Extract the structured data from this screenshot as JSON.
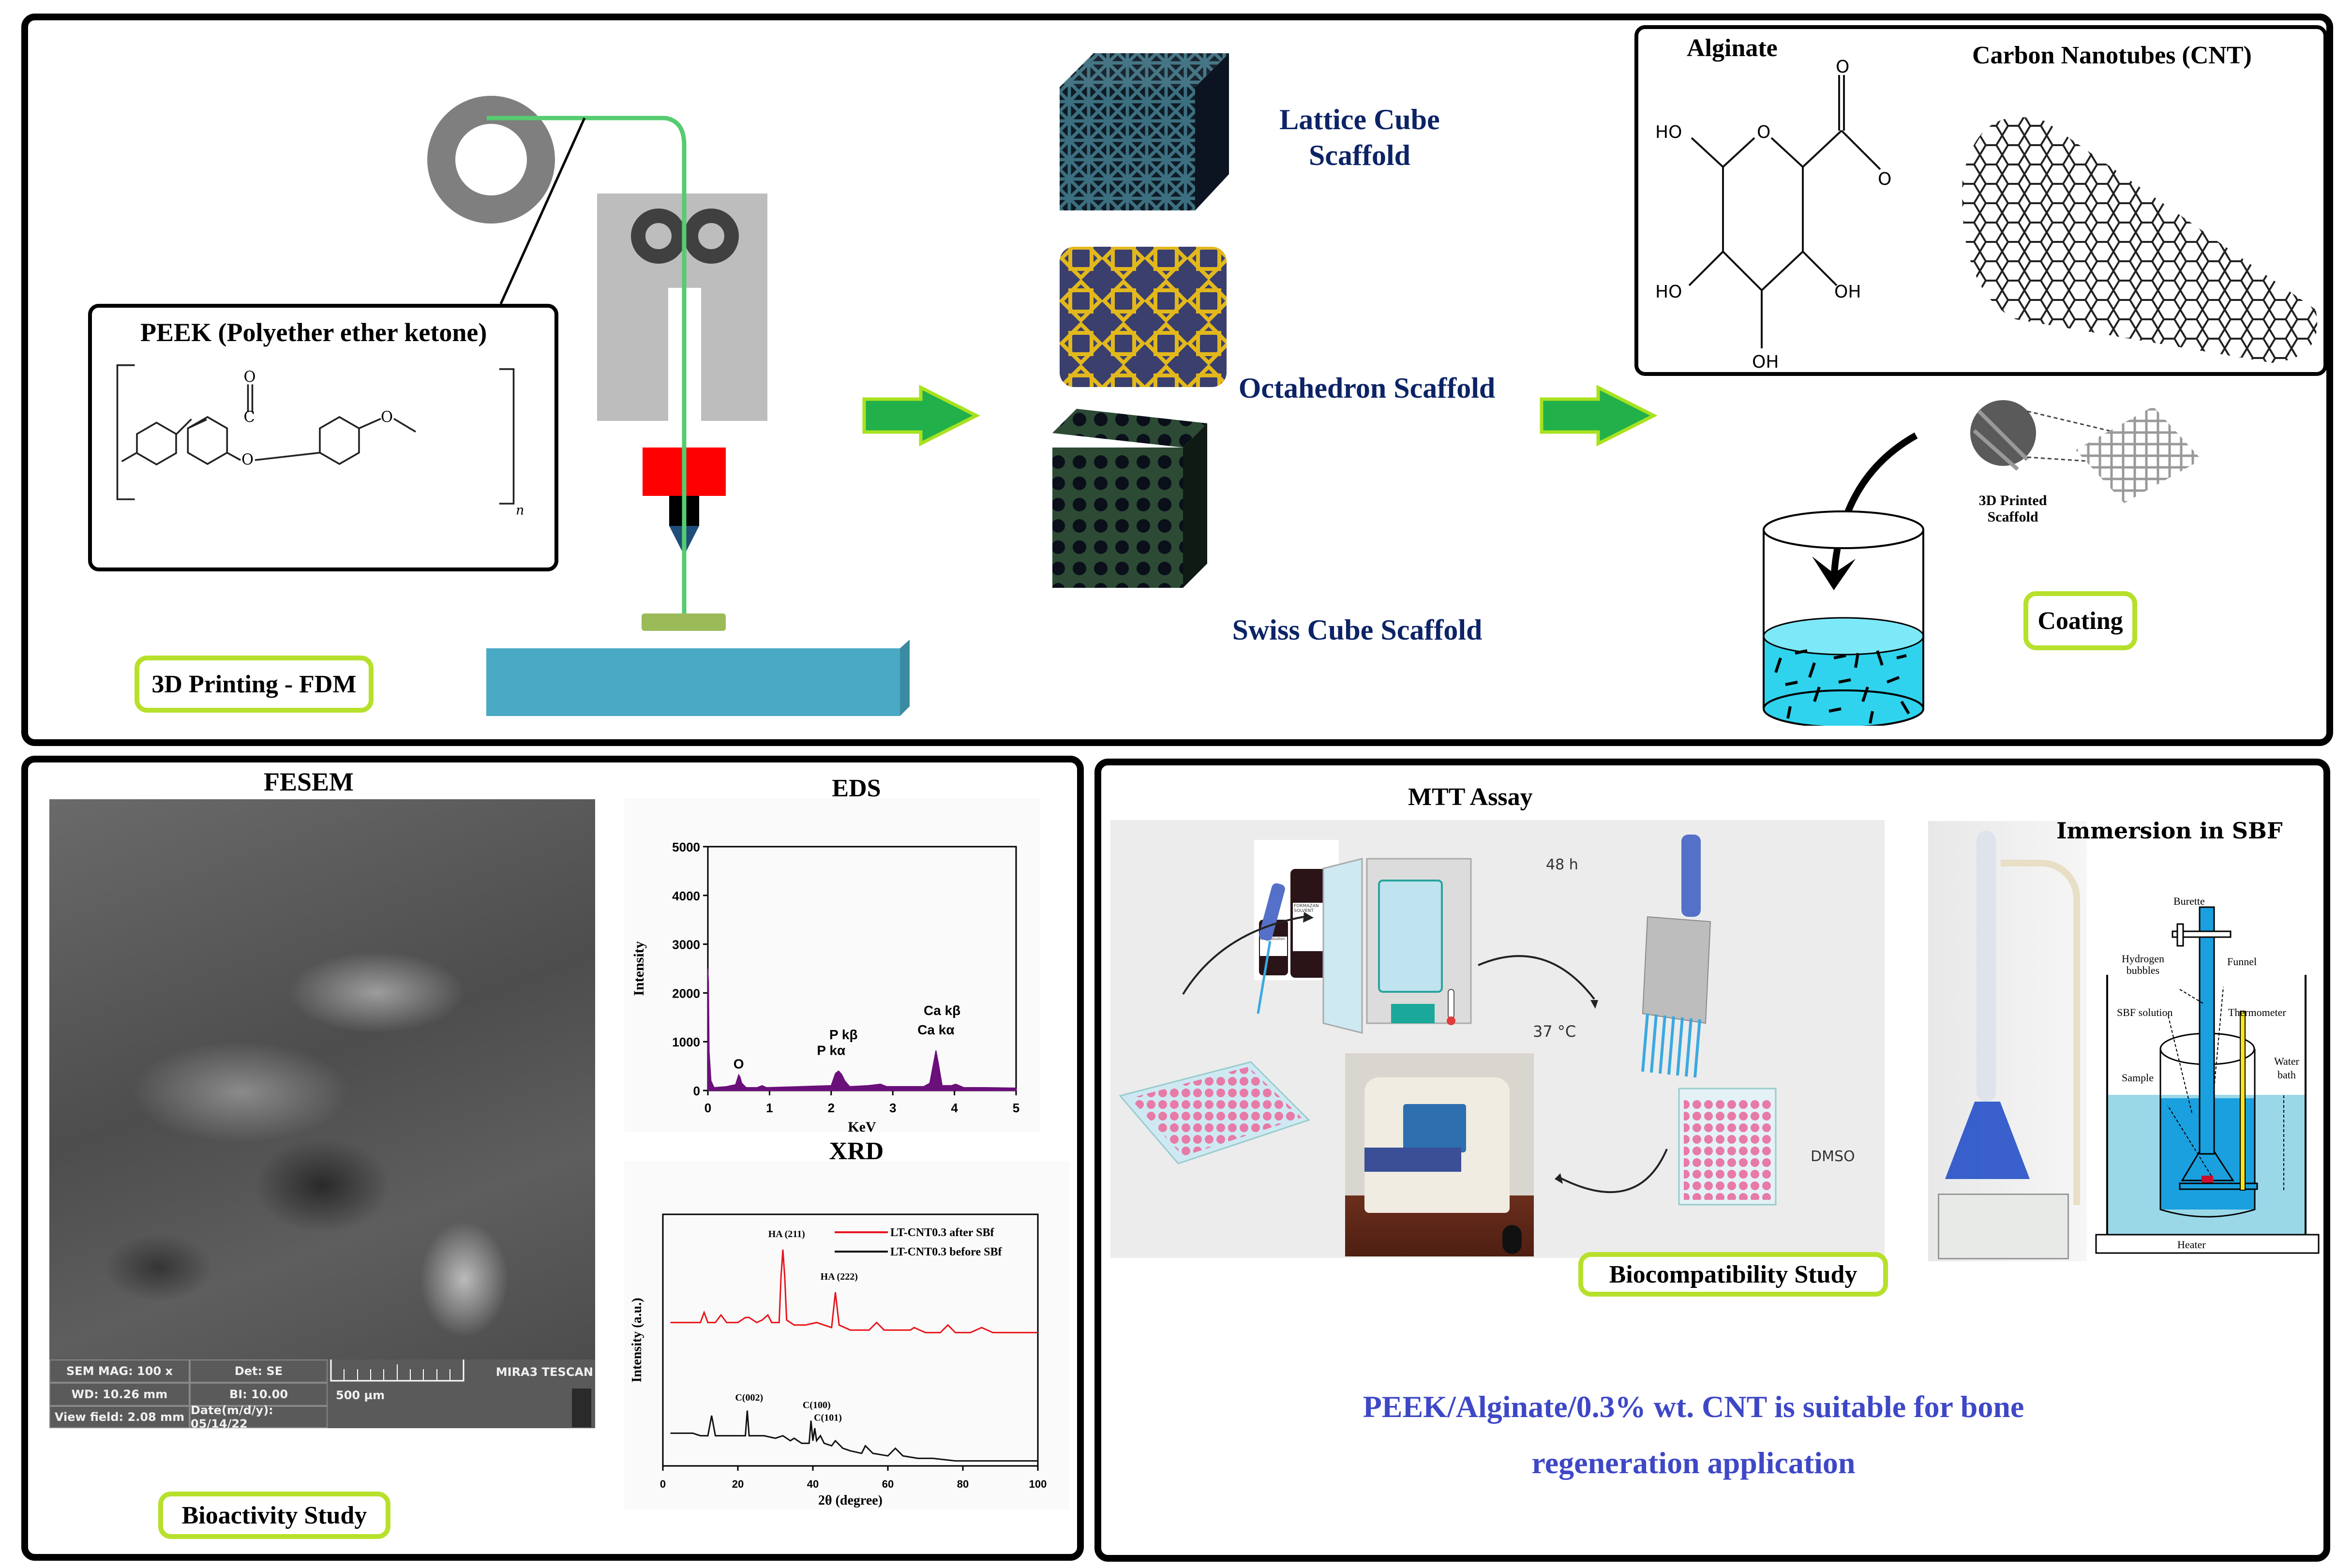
{
  "colors": {
    "panel_border": "#000000",
    "tag_border": "#b7e02c",
    "flow_arrow_fill": "#22b04b",
    "flow_arrow_stroke": "#a8e21e",
    "scaffold_label": "#0c2466",
    "conclusion_text": "#3e48c6",
    "filament": "#55cc70",
    "hotend": "#ff0000",
    "build_plate": "#4aa9c4",
    "eds_series": "#6b0f7a",
    "xrd_after": "#e8141b",
    "xrd_before": "#111111",
    "coating_liquid": "#2fd3ee"
  },
  "fabrication": {
    "peek_box_title": "PEEK (Polyether ether ketone)",
    "peek_repeat_subscript": "n",
    "peek_atoms": {
      "carbonyl_o": "O",
      "carbonyl_c": "C",
      "ether_o1": "O",
      "ether_o2": "O"
    },
    "printing_tag": "3D Printing - FDM"
  },
  "scaffolds": [
    {
      "label_line1": "Lattice Cube",
      "label_line2": "Scaffold"
    },
    {
      "label_line1": "Octahedron Scaffold",
      "label_line2": ""
    },
    {
      "label_line1": "Swiss Cube Scaffold",
      "label_line2": ""
    }
  ],
  "materials": {
    "alginate_title": "Alginate",
    "cnt_title": "Carbon Nanotubes (CNT)",
    "alginate_atoms": {
      "ho1": "HO",
      "ring_o": "O",
      "carbonyl_o": "O",
      "carboxyl_o": "O",
      "ho2": "HO",
      "oh1": "OH",
      "oh2": "OH"
    }
  },
  "coating": {
    "scaffold_caption_line1": "3D Printed",
    "scaffold_caption_line2": "Scaffold",
    "tag": "Coating"
  },
  "bioactivity": {
    "fesem_title": "FESEM",
    "sem_info": {
      "mag": "SEM MAG: 100 x",
      "det": "Det: SE",
      "wd": "WD: 10.26 mm",
      "bi": "BI: 10.00",
      "view_field": "View field: 2.08 mm",
      "date": "Date(m/d/y): 05/14/22",
      "scale": "500 µm",
      "instrument": "MIRA3 TESCAN"
    },
    "tag": "Bioactivity Study"
  },
  "chart_data": [
    {
      "type": "line",
      "id": "eds",
      "title": "EDS",
      "xlabel": "KeV",
      "ylabel": "Intensity",
      "xlim": [
        0,
        5
      ],
      "ylim": [
        0,
        5000
      ],
      "xticks": [
        0,
        1,
        2,
        3,
        4,
        5
      ],
      "yticks": [
        0,
        1000,
        2000,
        3000,
        4000,
        5000
      ],
      "grid": false,
      "series": [
        {
          "name": "EDS spectrum",
          "x": [
            0.0,
            0.01,
            0.02,
            0.05,
            0.1,
            0.3,
            0.45,
            0.5,
            0.52,
            0.55,
            0.62,
            0.8,
            0.88,
            0.95,
            1.5,
            2.0,
            2.07,
            2.12,
            2.17,
            2.22,
            2.3,
            2.6,
            2.8,
            2.9,
            3.5,
            3.6,
            3.66,
            3.7,
            3.74,
            3.8,
            3.95,
            4.02,
            4.06,
            4.15,
            4.5,
            5.0
          ],
          "y": [
            2500,
            2200,
            800,
            200,
            60,
            80,
            120,
            320,
            280,
            150,
            60,
            60,
            100,
            60,
            80,
            100,
            350,
            400,
            330,
            200,
            80,
            100,
            130,
            80,
            80,
            150,
            550,
            820,
            550,
            100,
            100,
            130,
            110,
            60,
            60,
            50
          ]
        }
      ],
      "annotations": [
        {
          "text": "O",
          "x": 0.5,
          "y": 450
        },
        {
          "text": "P kβ",
          "x": 2.2,
          "y": 1050
        },
        {
          "text": "P kα",
          "x": 2.0,
          "y": 730
        },
        {
          "text": "Ca kβ",
          "x": 3.8,
          "y": 1550
        },
        {
          "text": "Ca kα",
          "x": 3.7,
          "y": 1150
        }
      ]
    },
    {
      "type": "line",
      "id": "xrd",
      "title": "XRD",
      "xlabel": "2θ (degree)",
      "ylabel": "Intensity (a.u.)",
      "xlim": [
        0,
        100
      ],
      "ylim": [
        0,
        100
      ],
      "xticks": [
        0,
        20,
        40,
        60,
        80,
        100
      ],
      "yticks": [],
      "grid": false,
      "legend": "top-right",
      "series": [
        {
          "name": "LT-CNT0.3 after SBf",
          "x": [
            2,
            5,
            8,
            10,
            11,
            12,
            14,
            15.5,
            17,
            20,
            22,
            23,
            25,
            26.5,
            28,
            29,
            31,
            31.5,
            32,
            32.5,
            33,
            35,
            38,
            41,
            43,
            45,
            46,
            47,
            50,
            55,
            57,
            59,
            62,
            66,
            67,
            70,
            74,
            76,
            78,
            82,
            85,
            88,
            92,
            100
          ],
          "y": [
            57,
            57,
            57,
            57,
            61,
            57,
            57,
            60,
            57,
            57,
            59,
            59,
            57,
            58,
            60,
            57,
            57,
            75,
            86,
            75,
            58,
            56,
            56,
            57,
            56,
            55,
            69,
            56,
            54,
            54,
            57,
            54,
            54,
            54,
            55,
            53,
            53,
            56,
            53,
            53,
            55,
            53,
            53,
            53
          ]
        },
        {
          "name": "LT-CNT0.3 before SBf",
          "x": [
            2,
            5,
            8,
            10,
            12,
            13,
            14,
            16,
            18,
            20,
            22,
            22.5,
            23,
            25,
            27,
            30,
            32,
            34,
            35,
            37,
            39,
            39.5,
            40,
            40.5,
            41,
            42,
            43,
            45,
            46,
            48,
            50,
            53,
            54,
            56,
            60,
            62,
            64,
            68,
            72,
            78,
            85,
            92,
            100
          ],
          "y": [
            13,
            13,
            13,
            12,
            12,
            20,
            12,
            12,
            12,
            12,
            12,
            22,
            12,
            12,
            12,
            11,
            12,
            10,
            11,
            9,
            9,
            18,
            10,
            15,
            10,
            12,
            9,
            8,
            10,
            7,
            6,
            5,
            8,
            5,
            4,
            7,
            4,
            3,
            3,
            2,
            2,
            2,
            2
          ]
        }
      ],
      "annotations": [
        {
          "text": "HA (211)",
          "x": 33,
          "y": 91
        },
        {
          "text": "HA (222)",
          "x": 47,
          "y": 74
        },
        {
          "text": "C(002)",
          "x": 23,
          "y": 26
        },
        {
          "text": "C(100)",
          "x": 41,
          "y": 23
        },
        {
          "text": "C(101)",
          "x": 44,
          "y": 18
        }
      ]
    }
  ],
  "biocompatibility": {
    "mtt_title": "MTT Assay",
    "incubator_time": "48 h",
    "incubator_temp": "37 °C",
    "plus_sign": "+",
    "dmso_label": "DMSO",
    "reagent_label_large": "FORMAZAN SOLVENT",
    "reagent_label_small": "MTT Solution",
    "tag": "Biocompatibility Study"
  },
  "sbf": {
    "title": "Immersion in SBF",
    "labels": {
      "burette": "Burette",
      "hydrogen_bubbles_1": "Hydrogen",
      "hydrogen_bubbles_2": "bubbles",
      "funnel": "Funnel",
      "sbf_solution": "SBF solution",
      "thermometer": "Thermometer",
      "sample": "Sample",
      "water_bath_1": "Water",
      "water_bath_2": "bath",
      "heater": "Heater"
    }
  },
  "conclusion": {
    "line1": "PEEK/Alginate/0.3% wt. CNT is suitable for bone",
    "line2": "regeneration application"
  }
}
